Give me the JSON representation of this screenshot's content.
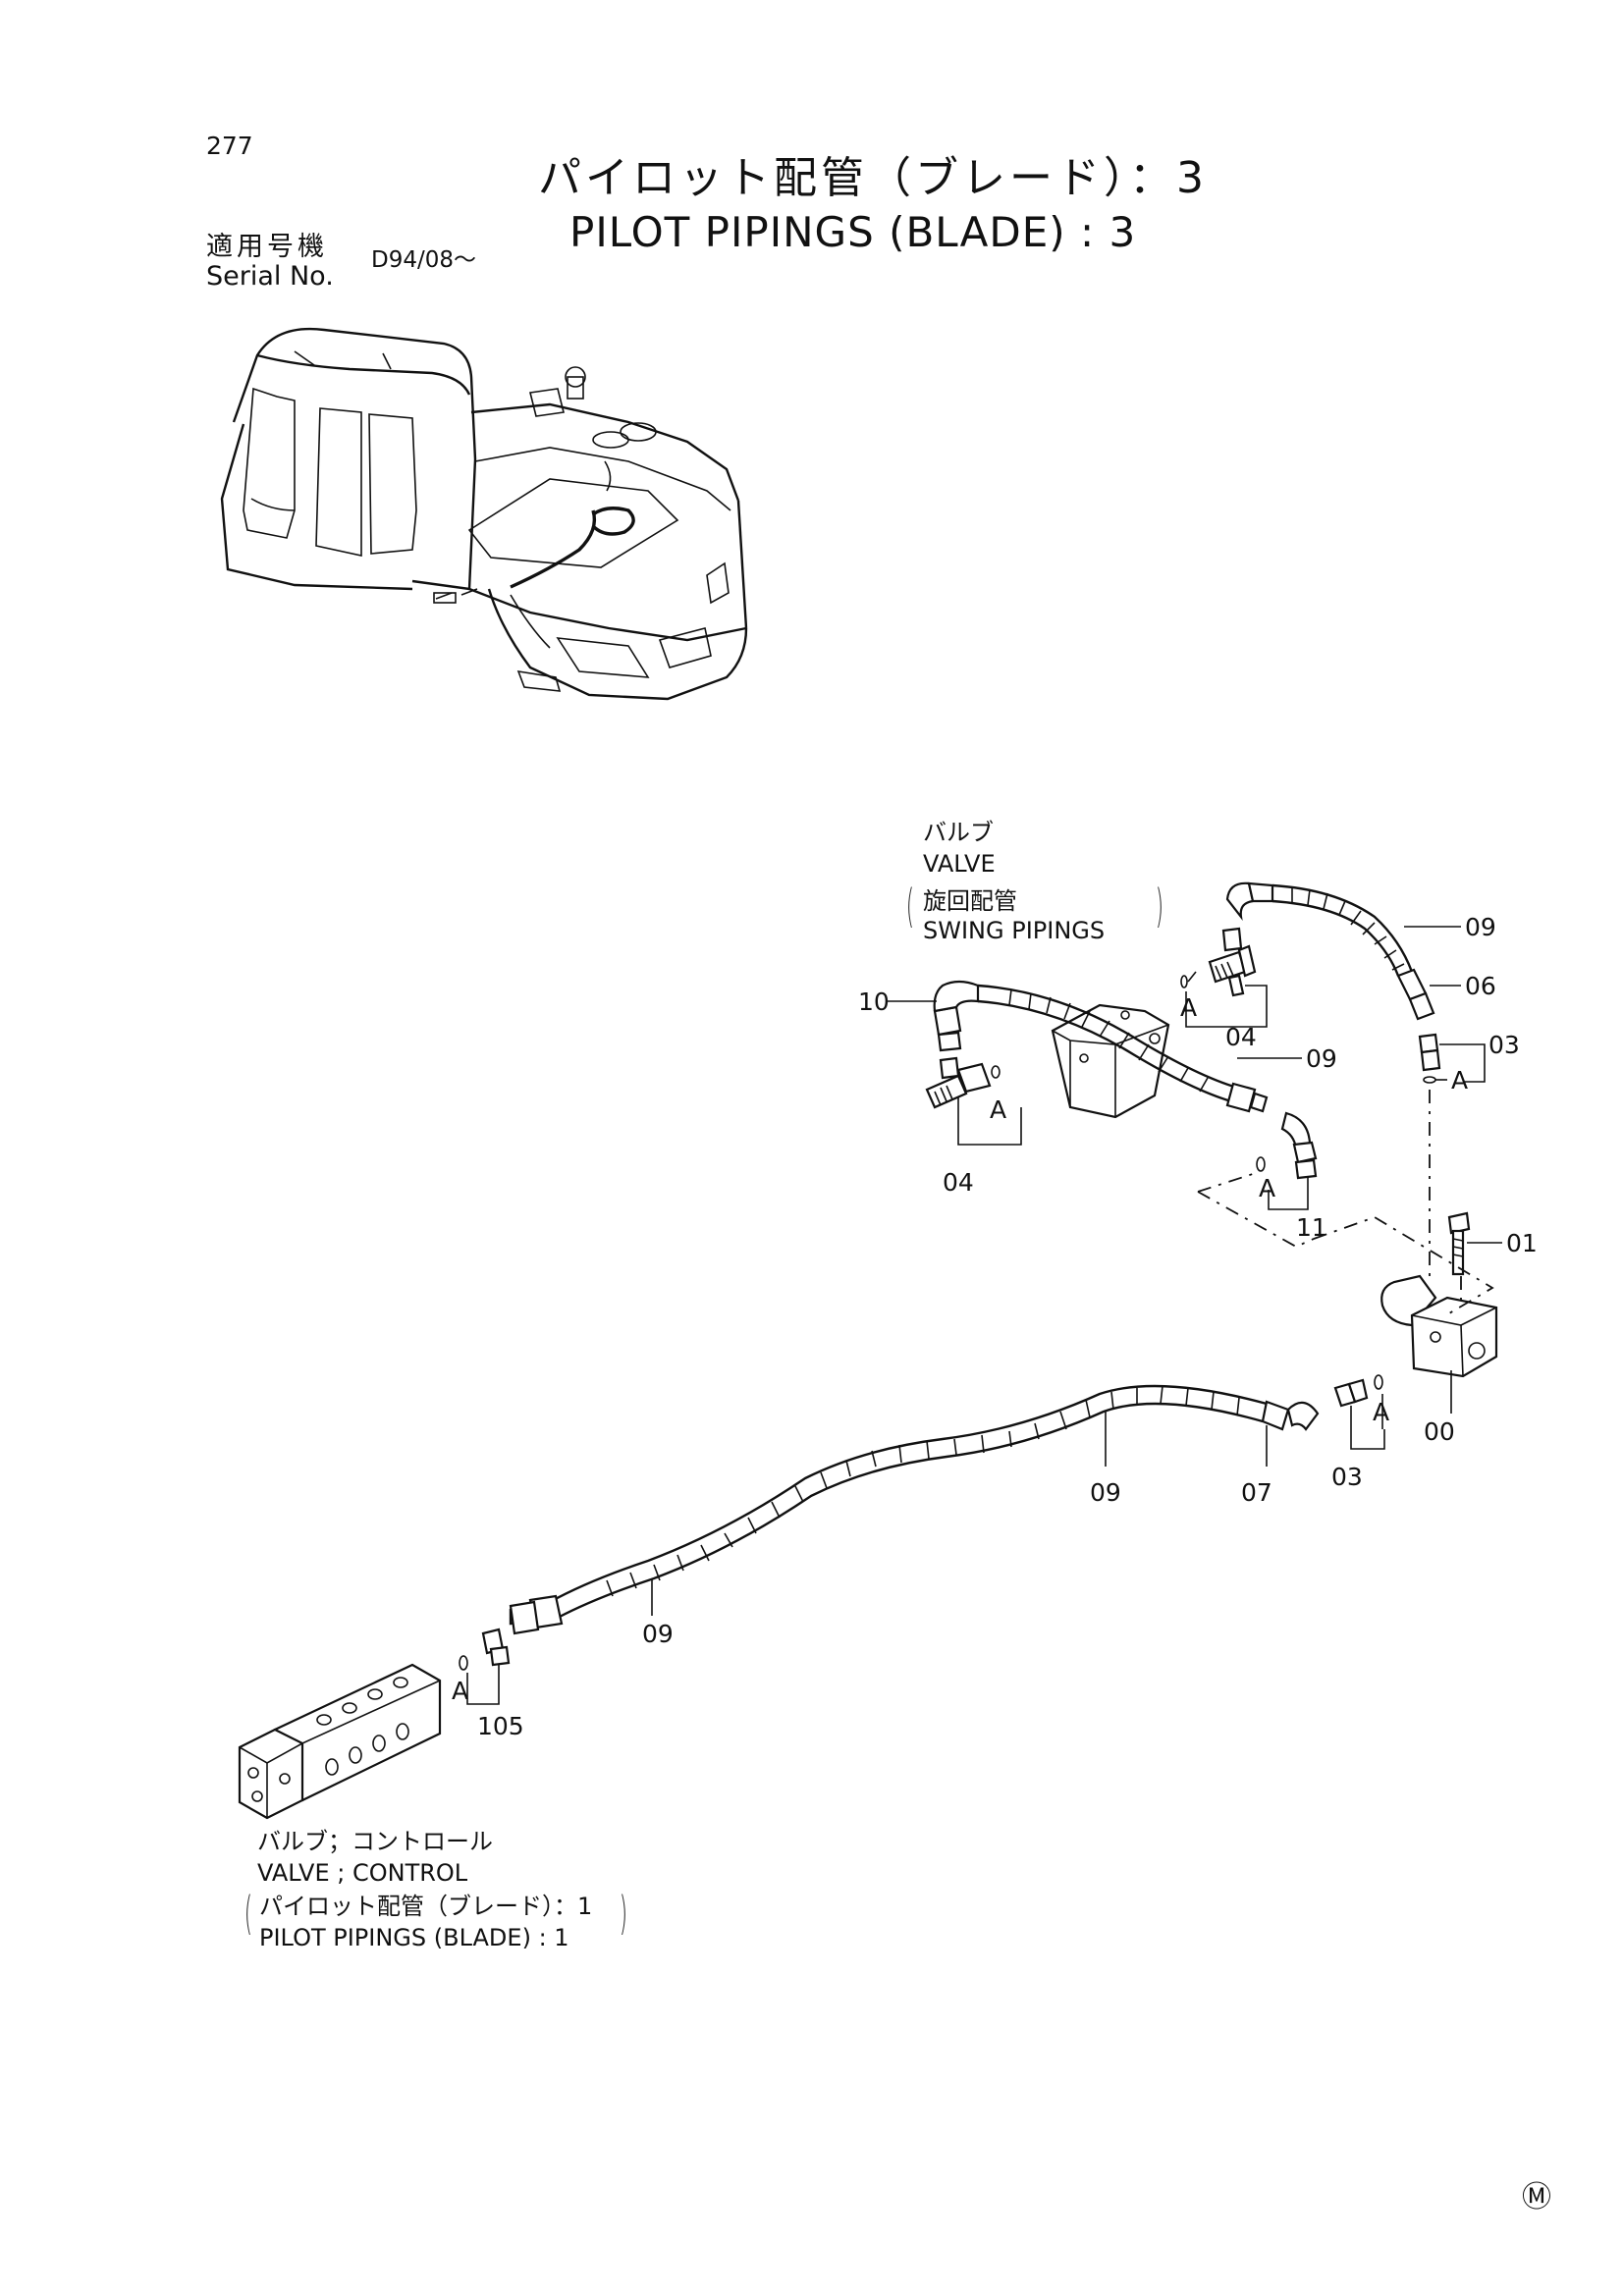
{
  "header": {
    "page_number": "277",
    "title_jp": "パイロット配管（ブレード）：3",
    "title_en": "PILOT PIPINGS (BLADE) : 3",
    "serial_label_jp": "適用号機",
    "serial_label_en": "Serial No.",
    "serial_value": "D94/08～"
  },
  "notes": {
    "valve_swing": {
      "line1": "バルブ",
      "line2": "VALVE",
      "line3": "旋回配管",
      "line4": "SWING  PIPINGS"
    },
    "valve_control": {
      "line1": "バルブ；コントロール",
      "line2": "VALVE ; CONTROL",
      "line3": "パイロット配管（ブレード）：1",
      "line4": "PILOT  PIPINGS (BLADE) : 1"
    }
  },
  "callouts": {
    "c09_top": "09",
    "c06": "06",
    "c03_top": "03",
    "a_top_right": "A",
    "c10": "10",
    "a_upper_mid": "A",
    "c04_right": "04",
    "c09_mid": "09",
    "a_left": "A",
    "c04_left": "04",
    "a_center": "A",
    "c11": "11",
    "c01": "01",
    "a_right": "A",
    "c00": "00",
    "c03_bottom": "03",
    "c07": "07",
    "c09_lower": "09",
    "c09_long": "09",
    "a_bottom_left": "A",
    "c105": "105"
  },
  "footer": {
    "mark": "Ⓜ"
  }
}
